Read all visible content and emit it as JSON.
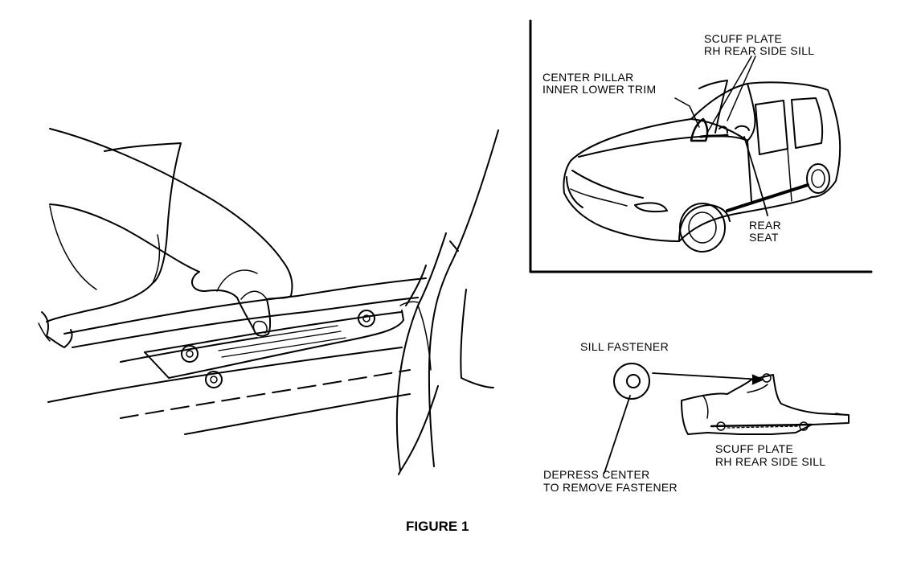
{
  "figure": {
    "caption": "FIGURE 1",
    "inset_labels": {
      "scuff_plate_top_1": "SCUFF PLATE",
      "scuff_plate_top_2": "RH REAR SIDE SILL",
      "center_pillar_1": "CENTER PILLAR",
      "center_pillar_2": "INNER LOWER TRIM",
      "rear_seat_1": "REAR",
      "rear_seat_2": "SEAT"
    },
    "detail_labels": {
      "sill_fastener": "SILL FASTENER",
      "scuff_plate_1": "SCUFF PLATE",
      "scuff_plate_2": "RH REAR SIDE SILL",
      "depress_1": "DEPRESS CENTER",
      "depress_2": "TO REMOVE FASTENER"
    }
  },
  "colors": {
    "ink": "#000000",
    "paper": "#ffffff"
  }
}
